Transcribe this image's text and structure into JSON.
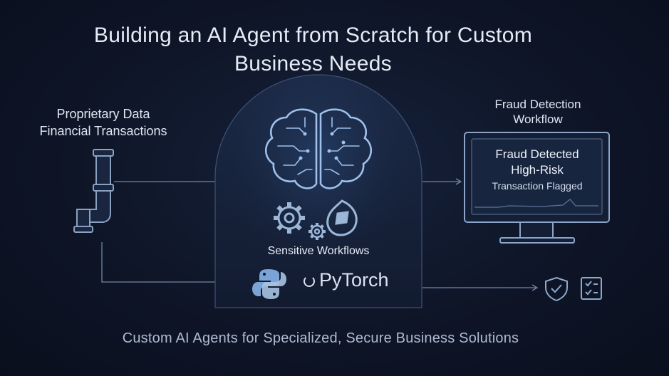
{
  "title": {
    "line1": "Building an AI Agent from Scratch for Custom",
    "line2": "Business Needs"
  },
  "source": {
    "line1": "Proprietary Data",
    "line2": "Financial Transactions"
  },
  "workflow_label": {
    "line1": "Fraud Detection",
    "line2": "Workflow"
  },
  "monitor": {
    "line1": "Fraud Detected",
    "line2": "High-Risk",
    "line3": "Transaction Flagged"
  },
  "core": {
    "label": "Sensitive Workflows",
    "framework": "PyTorch"
  },
  "footer": "Custom AI Agents for Specialized, Secure Business Solutions",
  "colors": {
    "background": "#0e1527",
    "line": "#6f86a8",
    "accent": "#8fb0d8"
  },
  "icons": [
    "pipe-icon",
    "brain-icon",
    "gear-icon",
    "gear-small-icon",
    "compass-icon",
    "python-icon",
    "pytorch-icon",
    "monitor-icon",
    "shield-check-icon",
    "checklist-icon"
  ]
}
